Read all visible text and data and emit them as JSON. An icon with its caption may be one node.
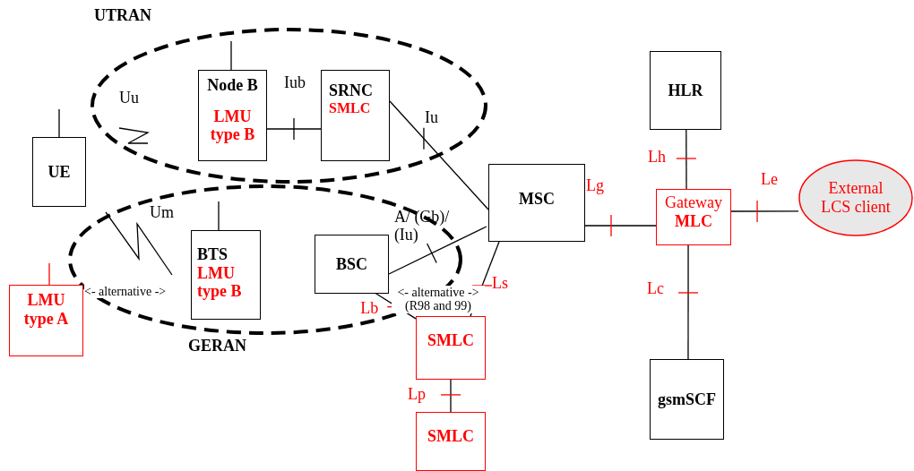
{
  "diagram": {
    "nodes": [
      {
        "text": [
          "UTRAN"
        ]
      },
      {
        "text": [
          "Node B",
          "LMU type B"
        ],
        "in": 0
      },
      {
        "text": [
          "SRNC",
          "SMLC"
        ],
        "in": 0
      },
      {
        "text": [
          "HLR"
        ]
      },
      {
        "text": [
          "UE"
        ]
      },
      {
        "text": [
          "MSC"
        ]
      },
      {
        "text": [
          "Gateway",
          "MLC"
        ]
      },
      {
        "text": [
          "External LCS client"
        ]
      },
      {
        "text": [
          "GERAN"
        ]
      },
      {
        "text": [
          "BTS",
          "LMU type B"
        ],
        "in": 8
      },
      {
        "text": [
          "BSC"
        ],
        "in": 8
      },
      {
        "text": [
          "LMU type A"
        ]
      },
      {
        "text": [
          "SMLC"
        ]
      },
      {
        "text": [
          "SMLC"
        ]
      },
      {
        "text": [
          "gsmSCF"
        ]
      }
    ],
    "edges": [
      {
        "from": 1,
        "to": 2,
        "arrow": "none",
        "label": "Iub"
      },
      {
        "from": 2,
        "to": 5,
        "arrow": "none",
        "label": "Iu"
      },
      {
        "from": 10,
        "to": 5,
        "arrow": "none",
        "label": "A/ (Gb)/ (Iu)"
      },
      {
        "from": 5,
        "to": 6,
        "arrow": "none",
        "label": "Lg"
      },
      {
        "from": 3,
        "to": 6,
        "arrow": "none",
        "label": "Lh"
      },
      {
        "from": 6,
        "to": 7,
        "arrow": "none",
        "label": "Le"
      },
      {
        "from": 6,
        "to": 14,
        "arrow": "none",
        "label": "Lc"
      },
      {
        "from": 10,
        "to": 12,
        "arrow": "none",
        "label": "Lb"
      },
      {
        "from": 5,
        "to": 12,
        "arrow": "none",
        "label": "Ls"
      },
      {
        "from": 12,
        "to": 13,
        "arrow": "none",
        "label": "Lp"
      }
    ],
    "labels": [
      "Uu",
      "Um",
      "<- alternative ->",
      "<- alternative -> (R98 and 99)"
    ]
  }
}
